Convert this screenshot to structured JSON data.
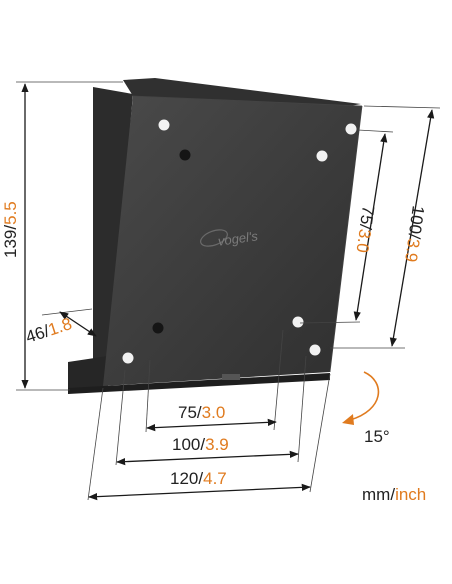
{
  "brand": {
    "logo_text": "vogel's"
  },
  "colors": {
    "metric": "#222222",
    "imperial": "#e07b1f",
    "bracket": "#3a3a3a"
  },
  "dimensions": {
    "height": {
      "mm": "139",
      "sep": "/",
      "inch": "5.5"
    },
    "depth": {
      "mm": "46",
      "sep": "/",
      "inch": "1.8"
    },
    "vesa_v_small": {
      "mm": "75",
      "sep": "/",
      "inch": "3.0"
    },
    "vesa_v_large": {
      "mm": "100",
      "sep": "/",
      "inch": "3.9"
    },
    "vesa_h_75": {
      "mm": "75",
      "sep": "/",
      "inch": "3.0"
    },
    "vesa_h_100": {
      "mm": "100",
      "sep": "/",
      "inch": "3.9"
    },
    "width": {
      "mm": "120",
      "sep": "/",
      "inch": "4.7"
    }
  },
  "tilt": {
    "label": "15°"
  },
  "units_legend": {
    "mm": "mm",
    "sep": "/",
    "inch": "inch"
  }
}
